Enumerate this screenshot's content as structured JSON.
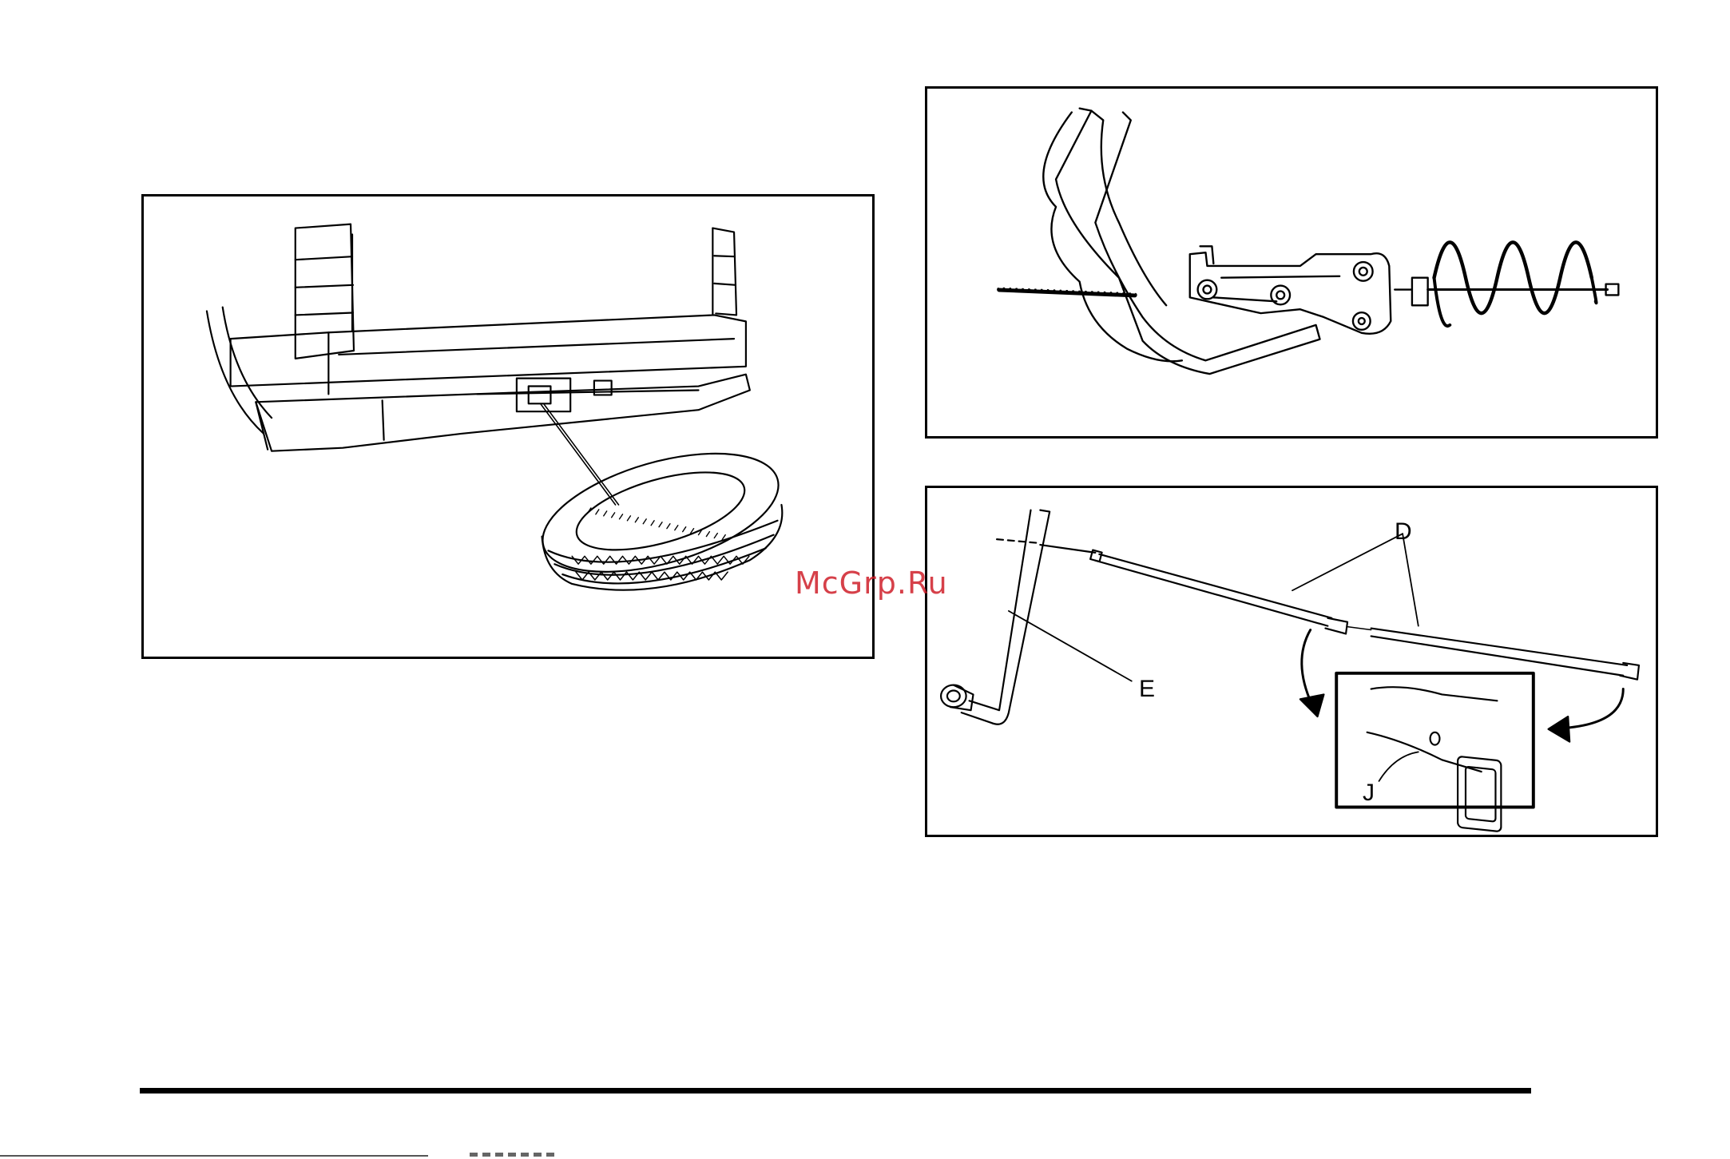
{
  "watermark": "McGrp.Ru",
  "figures": {
    "spare_tire": {},
    "winch": {},
    "tools": {
      "callouts": {
        "d": "D",
        "e": "E",
        "j": "J"
      }
    }
  }
}
